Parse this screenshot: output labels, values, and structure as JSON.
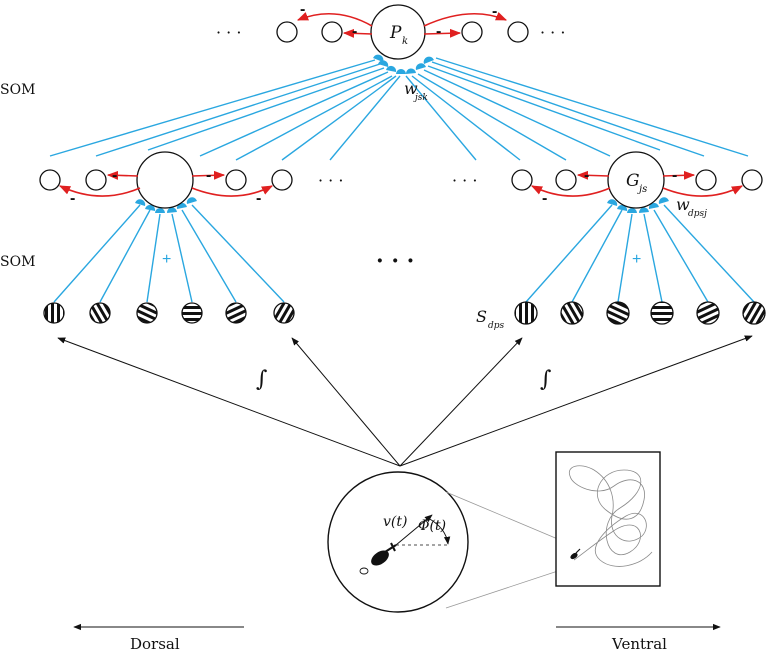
{
  "labels": {
    "som_top": "SOM",
    "som_bottom": "SOM",
    "p_node": "P",
    "p_node_sub": "k",
    "g_node": "G",
    "g_node_sub": "js",
    "w_top": "w",
    "w_top_sub": "jsk",
    "w_right": "w",
    "w_right_sub": "dpsj",
    "s_label": "S",
    "s_label_sub": "dps",
    "plus": "+",
    "minus": "-",
    "ellipsis": "· · ·",
    "integral": "∫",
    "velocity": "v(t)",
    "heading": "Φ̇(t)",
    "dorsal": "Dorsal",
    "ventral": "Ventral"
  },
  "colors": {
    "excitatory": "#2aa7e0",
    "inhibitory": "#e02020",
    "line": "#111111",
    "trajectory": "#8a8a8a"
  }
}
